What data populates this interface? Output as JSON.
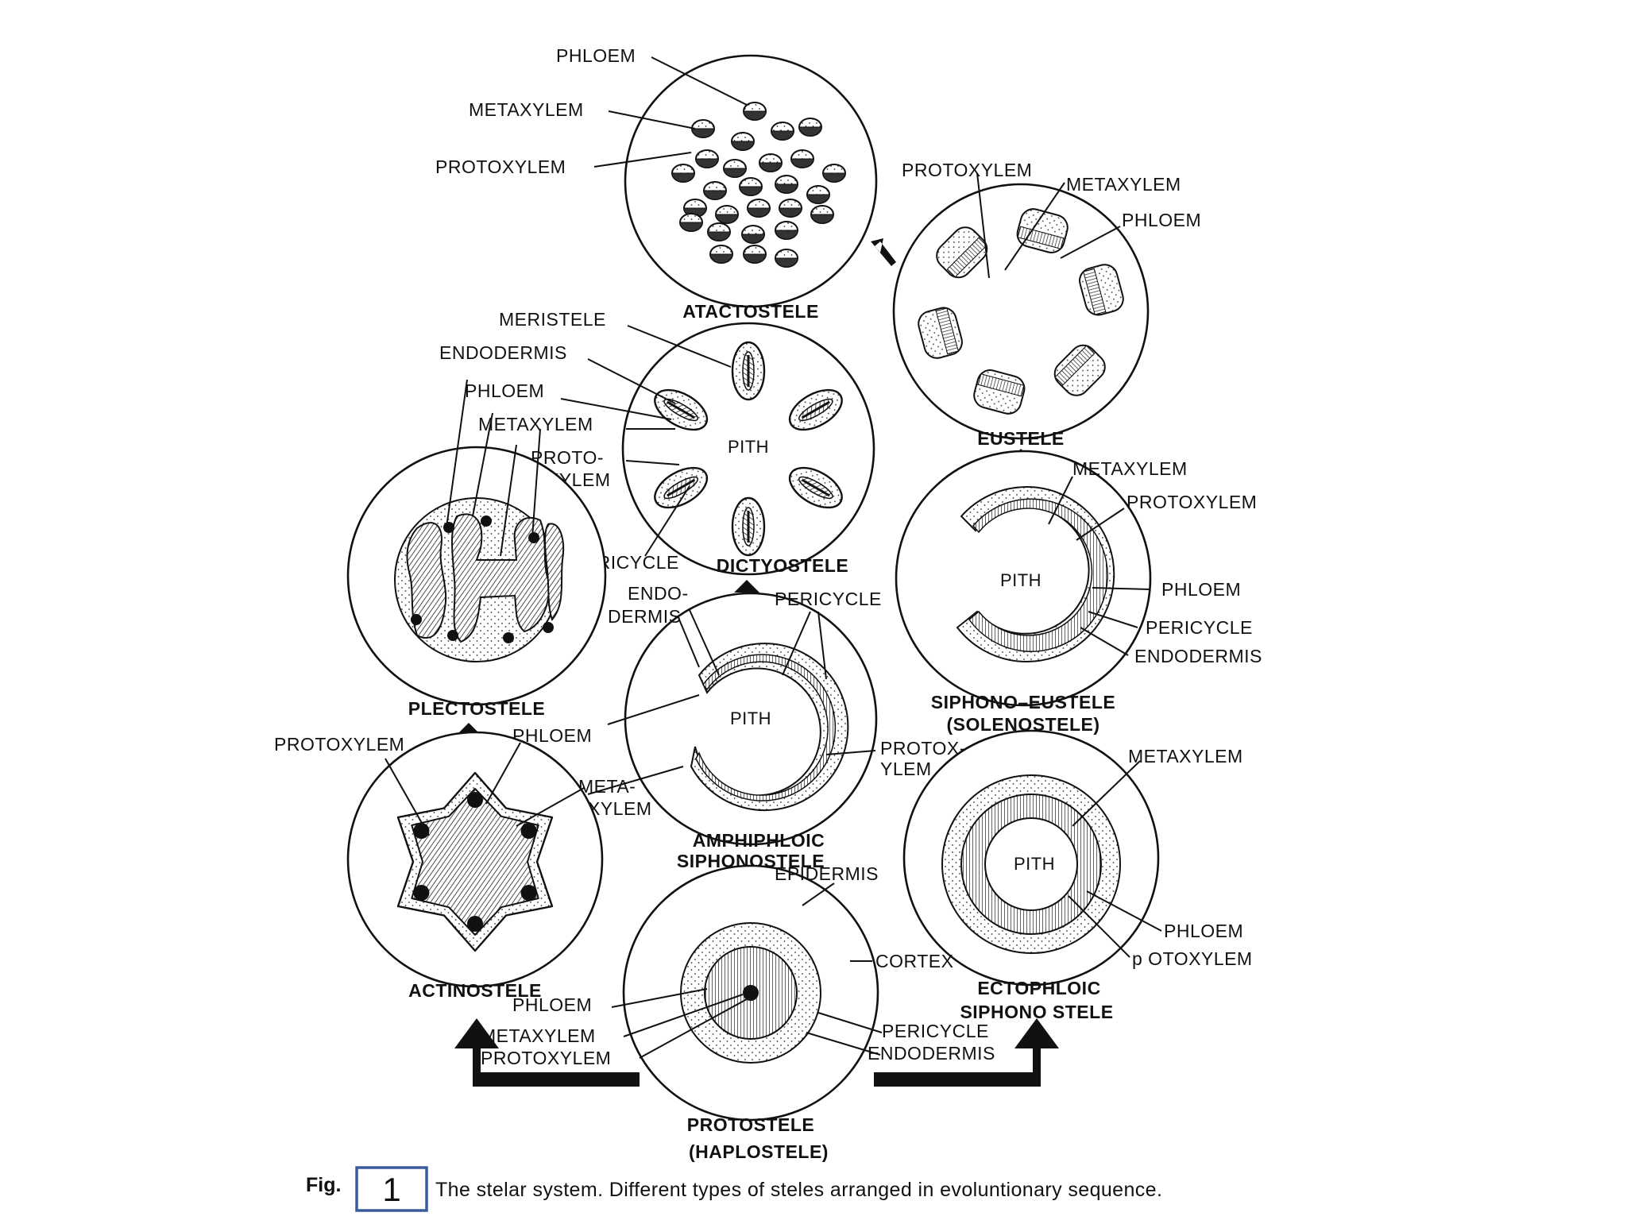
{
  "figure": {
    "fig_prefix": "Fig.",
    "fig_number": "1",
    "caption": "The stelar system. Different types of steles arranged in evoluntionary sequence.",
    "number_box_color": "#3a5a9a"
  },
  "labels": {
    "pith": "PITH",
    "atactostele": {
      "title": "ATACTOSTELE",
      "phloem": "PHLOEM",
      "metaxylem": "METAXYLEM",
      "protoxylem": "PROTOXYLEM"
    },
    "eustele": {
      "title": "EUSTELE",
      "protoxylem": "PROTOXYLEM",
      "metaxylem": "METAXYLEM",
      "phloem": "PHLOEM"
    },
    "dictyostele": {
      "title": "DICTYOSTELE",
      "meristele": "MERISTELE",
      "endodermis": "ENDODERMIS",
      "phloem": "PHLOEM",
      "metaxylem": "METAXYLEM",
      "proto_line1": "PROTO-",
      "proto_line2": "XYLEM",
      "pericycle": "PERICYCLE"
    },
    "plectostele": {
      "title": "PLECTOSTELE"
    },
    "solenostele": {
      "title_line1": "SIPHONO–EUSTELE",
      "title_line2": "(SOLENOSTELE)",
      "metaxylem": "METAXYLEM",
      "protoxylem": "PROTOXYLEM",
      "phloem": "PHLOEM",
      "pericycle": "PERICYCLE",
      "endodermis": "ENDODERMIS"
    },
    "amphiphloic": {
      "title_line1": "AMPHIPHLOIC",
      "title_line2": "SIPHONOSTELE",
      "endo_line1": "ENDO-",
      "endo_line2": "DERMIS",
      "pericycle": "PERICYCLE",
      "phloem": "PHLOEM",
      "protox_line1": "PROTOX-",
      "protox_line2": "YLEM",
      "meta_line1": "META-",
      "meta_line2": "XYLEM"
    },
    "actinostele": {
      "title": "ACTINOSTELE",
      "protoxylem": "PROTOXYLEM"
    },
    "ectophloic": {
      "title_line1": "ECTOPHLOIC",
      "title_line2": "SIPHONO STELE",
      "metaxylem": "METAXYLEM",
      "phloem": "PHLOEM",
      "protoxylem": "p  OTOXYLEM"
    },
    "protostele": {
      "title_line1": "PROTOSTELE",
      "title_line2": "(HAPLOSTELE)",
      "epidermis": "EPIDERMIS",
      "cortex": "CORTEX",
      "phloem": "PHLOEM",
      "metaxylem": "METAXYLEM",
      "protoxylem": "PROTOXYLEM",
      "pericycle": "PERICYCLE",
      "endodermis": "ENDODERMIS"
    }
  }
}
